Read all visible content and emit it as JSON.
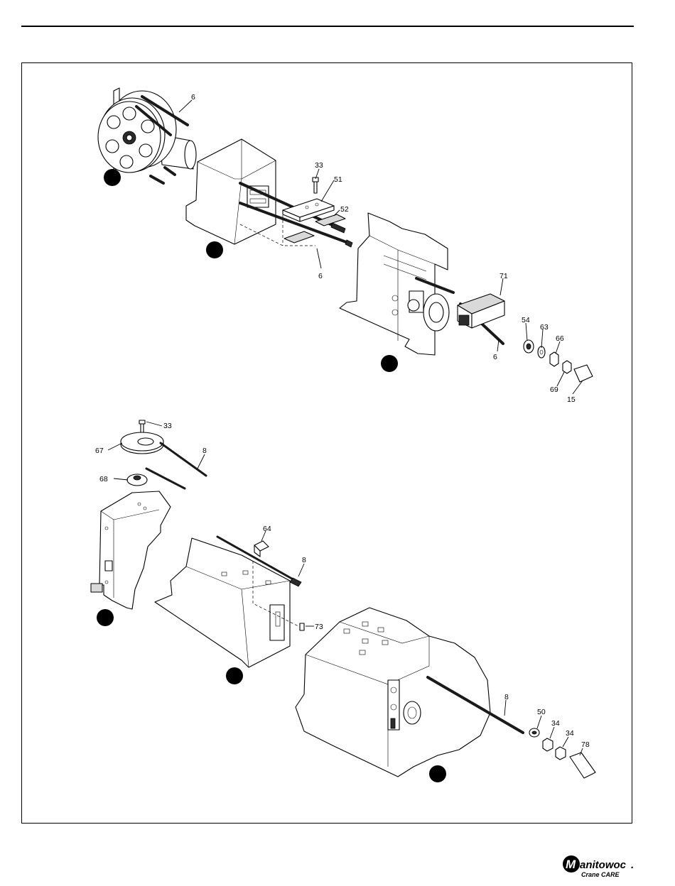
{
  "brand": {
    "name": "anitowoc",
    "initial": "M",
    "suffix": ".",
    "sub_title": "Crane CARE"
  },
  "callouts": {
    "top": [
      {
        "id": "c6a",
        "text": "6"
      },
      {
        "id": "c33a",
        "text": "33"
      },
      {
        "id": "c51",
        "text": "51"
      },
      {
        "id": "c52",
        "text": "52"
      },
      {
        "id": "c6b",
        "text": "6"
      },
      {
        "id": "c71",
        "text": "71"
      },
      {
        "id": "c54",
        "text": "54"
      },
      {
        "id": "c63",
        "text": "63"
      },
      {
        "id": "c66",
        "text": "66"
      },
      {
        "id": "c6c",
        "text": "6"
      },
      {
        "id": "c69",
        "text": "69"
      },
      {
        "id": "c15",
        "text": "15"
      }
    ],
    "bottom": [
      {
        "id": "c33b",
        "text": "33"
      },
      {
        "id": "c67",
        "text": "67"
      },
      {
        "id": "c8a",
        "text": "8"
      },
      {
        "id": "c68",
        "text": "68"
      },
      {
        "id": "c64",
        "text": "64"
      },
      {
        "id": "c8b",
        "text": "8"
      },
      {
        "id": "c73",
        "text": "73"
      },
      {
        "id": "c8c",
        "text": "8"
      },
      {
        "id": "c50",
        "text": "50"
      },
      {
        "id": "c34a",
        "text": "34"
      },
      {
        "id": "c34b",
        "text": "34"
      },
      {
        "id": "c78",
        "text": "78"
      }
    ]
  }
}
